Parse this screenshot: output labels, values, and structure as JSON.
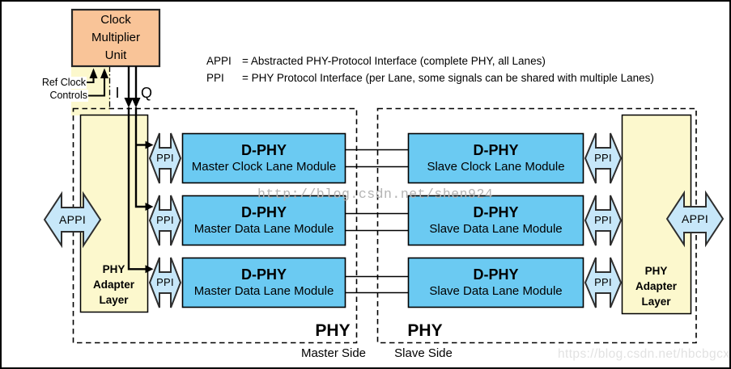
{
  "colors": {
    "clock_unit_fill": "#F9C498",
    "adapter_fill": "#FCF8CD",
    "lane_fill": "#6BCAF2",
    "arrow_fill": "#C7E7F9",
    "arrow_stroke": "#2E2E2E",
    "watermark_center": "#B4B4B4",
    "watermark_corner": "#E2E2E2"
  },
  "clock_unit": {
    "label": "Clock\nMultiplier\nUnit"
  },
  "signals": {
    "ref_clock": "Ref Clock",
    "controls": "Controls",
    "i": "I",
    "q": "Q"
  },
  "legend": {
    "line1_term": "APPI",
    "line1_text": "= Abstracted PHY-Protocol Interface (complete PHY, all Lanes)",
    "line2_term": "PPI",
    "line2_text": "= PHY Protocol Interface (per Lane, some signals can be shared with multiple Lanes)"
  },
  "interfaces": {
    "appi": "APPI",
    "ppi": "PPI"
  },
  "adapter": {
    "label": "PHY\nAdapter\nLayer"
  },
  "lanes": {
    "master": [
      {
        "title": "D-PHY",
        "subtitle": "Master Clock Lane Module"
      },
      {
        "title": "D-PHY",
        "subtitle": "Master Data Lane Module"
      },
      {
        "title": "D-PHY",
        "subtitle": "Master Data Lane Module"
      }
    ],
    "slave": [
      {
        "title": "D-PHY",
        "subtitle": "Slave Clock Lane Module"
      },
      {
        "title": "D-PHY",
        "subtitle": "Slave Data Lane Module"
      },
      {
        "title": "D-PHY",
        "subtitle": "Slave Data Lane Module"
      }
    ]
  },
  "footer": {
    "master_phy": "PHY",
    "slave_phy": "PHY",
    "master_side": "Master Side",
    "slave_side": "Slave Side"
  },
  "watermarks": {
    "center": "http://blog.csdn.net/shen924",
    "corner": "https://blog.csdn.net/hbcbgcx"
  }
}
